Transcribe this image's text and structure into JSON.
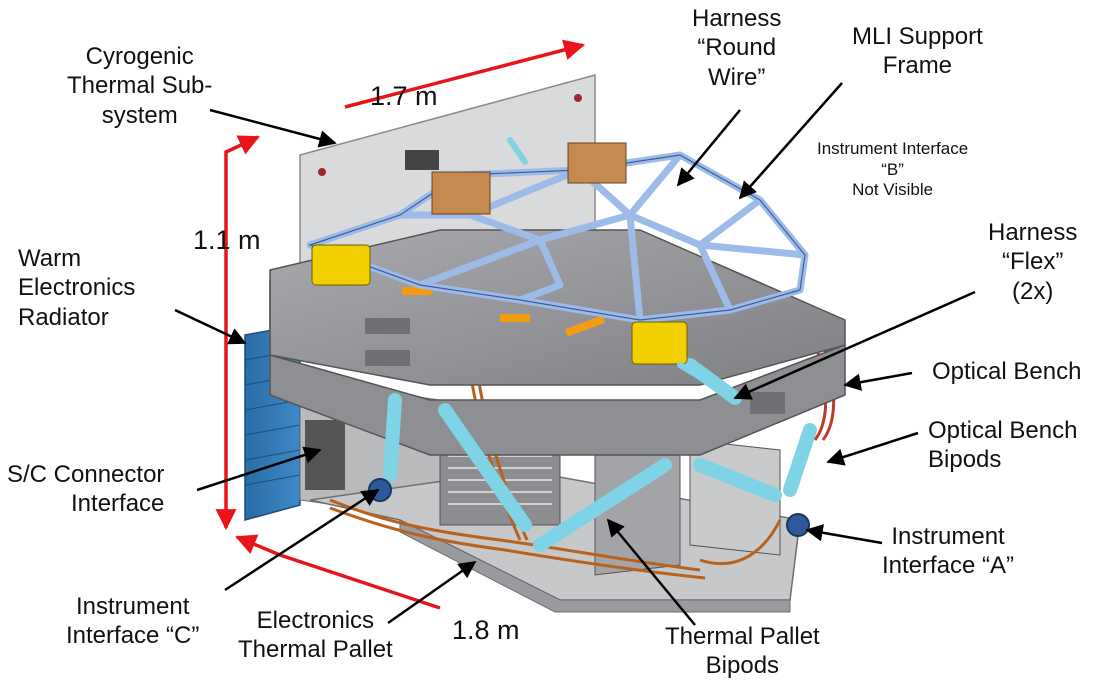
{
  "labels": {
    "cryogenic": [
      "Cyrogenic",
      "Thermal Sub-",
      "system"
    ],
    "harness_round": [
      "Harness",
      "“Round",
      "Wire”"
    ],
    "mli": [
      "MLI Support",
      "Frame"
    ],
    "iface_b": [
      "Instrument Interface",
      "“B”",
      "Not Visible"
    ],
    "harness_flex": [
      "Harness",
      "“Flex”",
      "(2x)"
    ],
    "warm_radiator": [
      "Warm",
      "Electronics",
      "Radiator"
    ],
    "optical_bench": [
      "Optical Bench"
    ],
    "ob_bipods": [
      "Optical Bench",
      "Bipods"
    ],
    "sc_connector": [
      "S/C Connector",
      "Interface"
    ],
    "iface_a": [
      "Instrument",
      "Interface “A”"
    ],
    "iface_c": [
      "Instrument",
      "Interface “C”"
    ],
    "elec_pallet": [
      "Electronics",
      "Thermal Pallet"
    ],
    "thermal_bipods": [
      "Thermal Pallet",
      "Bipods"
    ]
  },
  "dimensions": {
    "width": "1.7 m",
    "height": "1.1 m",
    "depth": "1.8 m"
  },
  "colors": {
    "dimension_arrows": "#e8141a",
    "callout_arrows": "#000000",
    "frame_blue": "#9dbbe9",
    "bench_gray": "#8e8f93",
    "radiator_blue": "#2f78b5",
    "harness_copper": "#b8621f",
    "connector_yellow": "#f2d000",
    "bipod_cyan": "#7ed3e6"
  }
}
